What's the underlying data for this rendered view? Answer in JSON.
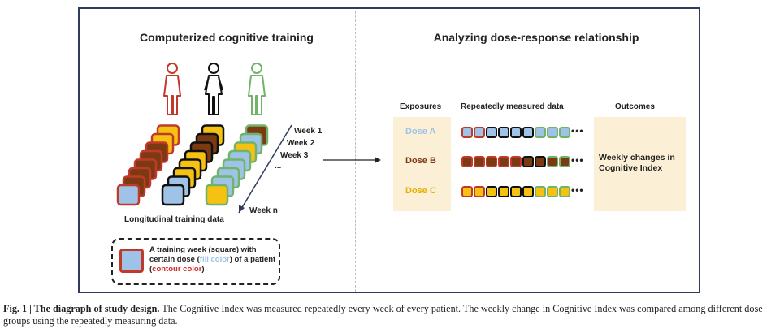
{
  "left_panel": {
    "title": "Computerized cognitive training",
    "week_labels": [
      "Week 1",
      "Week 2",
      "Week 3",
      "...",
      "Week n"
    ],
    "data_label": "Longitudinal training data",
    "legend": {
      "text_part1": "A training week (square) with certain dose (",
      "fill_color_label": "fill color",
      "text_part2": ") of a patient (",
      "contour_color_label": "contour color",
      "text_part3": ")"
    }
  },
  "right_panel": {
    "title": "Analyzing dose-response relationship",
    "headers": {
      "exposures": "Exposures",
      "repeated": "Repeatedly measured data",
      "outcomes": "Outcomes"
    },
    "doses": [
      {
        "label": "Dose A",
        "color": "#9ec3e6"
      },
      {
        "label": "Dose B",
        "color": "#7b3a12"
      },
      {
        "label": "Dose C",
        "color": "#f5c211"
      }
    ],
    "ellipsis": "•••",
    "outcome_text": "Weekly changes in Cognitive Index"
  },
  "colors": {
    "patient_red": "#c0392b",
    "patient_black": "#111111",
    "patient_green": "#72b36a",
    "dose_blue": "#9ec3e6",
    "dose_brown": "#7b3a12",
    "dose_yellow": "#f5c211",
    "frame": "#2e3a5e"
  },
  "caption": {
    "label": "Fig. 1 | The diagraph of study design.",
    "text": " The Cognitive Index was measured repeatedly every week of every patient. The weekly change in Cognitive Index was compared among different dose groups using the repeatedly measuring data."
  }
}
